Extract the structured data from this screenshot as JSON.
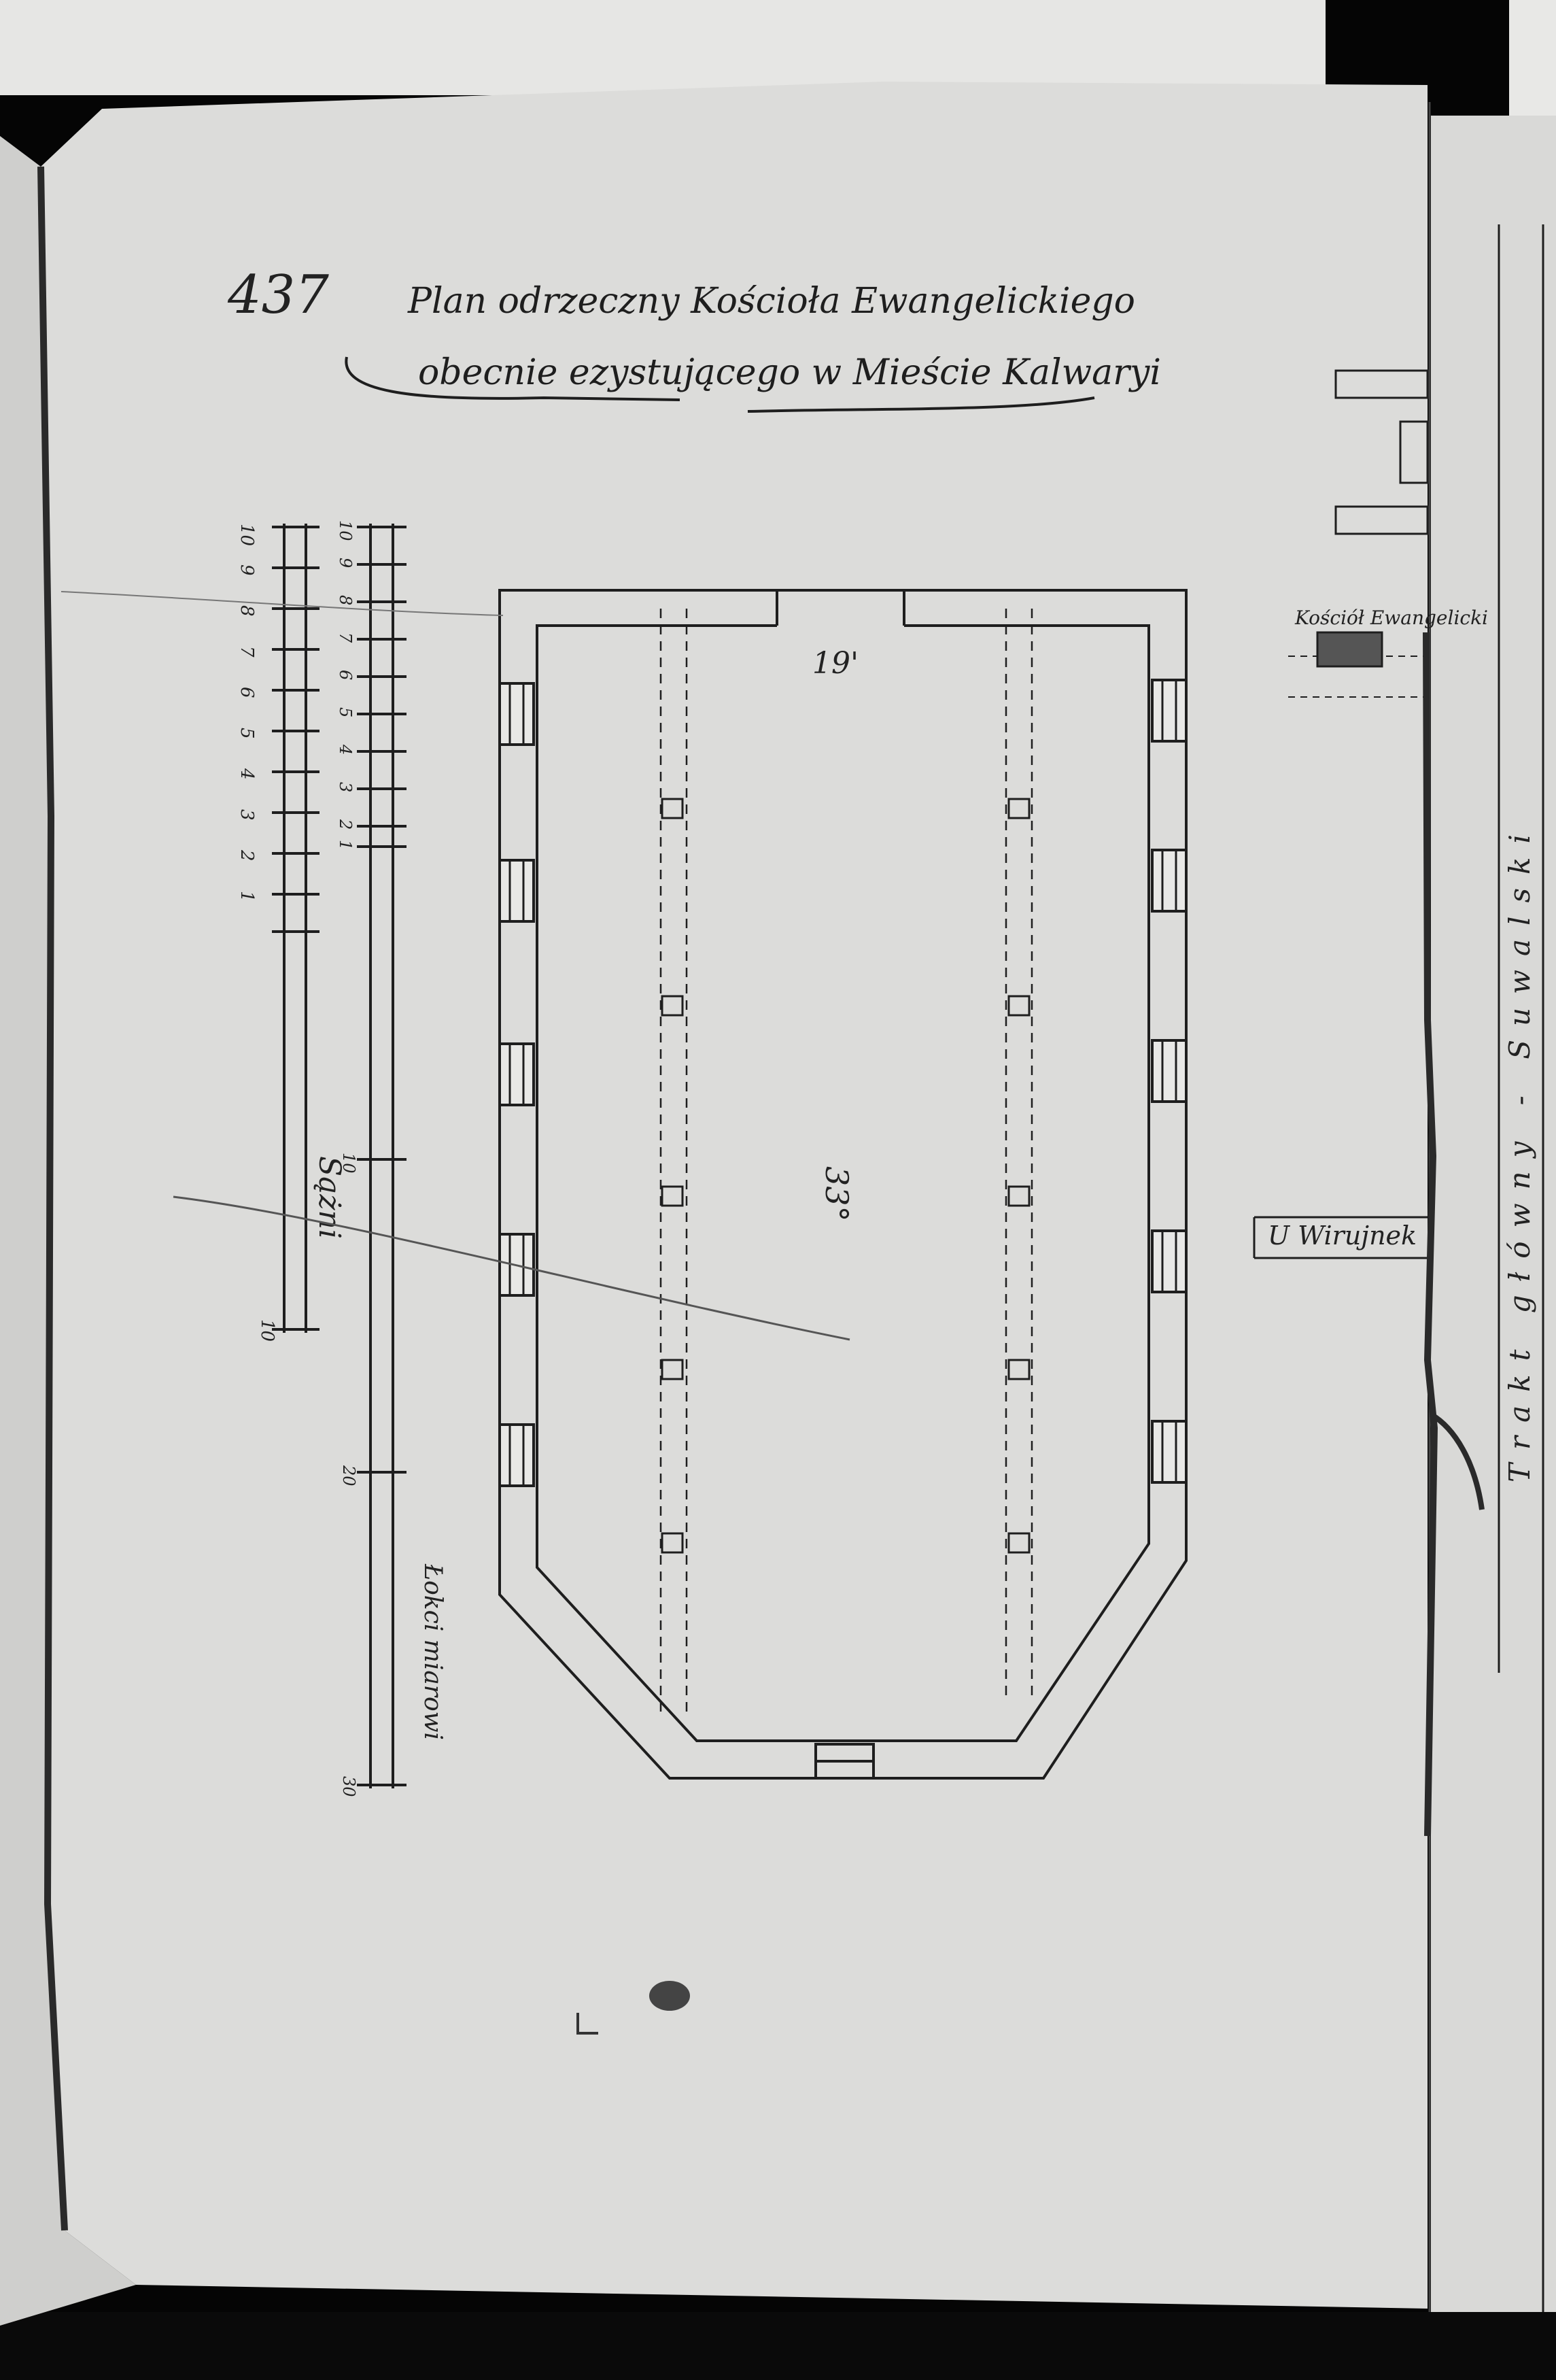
{
  "document": {
    "folio": "437",
    "title_line1": "Plan odrzeczny Kościoła Ewangelickiego",
    "title_line2": "obecnie ezystującego w Mieście Kalwaryi",
    "church_width_label": "19'",
    "church_length_label": "33°",
    "scale_left_label": "Sążni",
    "scale_right_label": "Łokci miarowi",
    "scale_left_ticks": [
      "10",
      "9",
      "8",
      "7",
      "6",
      "5",
      "4",
      "3",
      "2",
      "1",
      "10"
    ],
    "scale_right_ticks": [
      "10",
      "9",
      "8",
      "7",
      "6",
      "5",
      "4",
      "3",
      "2",
      "1",
      "10",
      "20",
      "30"
    ],
    "map": {
      "church_label": "Kościół Ewangelicki",
      "side_street": "U Wirujnek",
      "main_street": "Trakt główny - Suwalski"
    }
  },
  "colors": {
    "paper": "#d8d8d6",
    "ink": "#1e1e1e",
    "background": "#050505"
  }
}
